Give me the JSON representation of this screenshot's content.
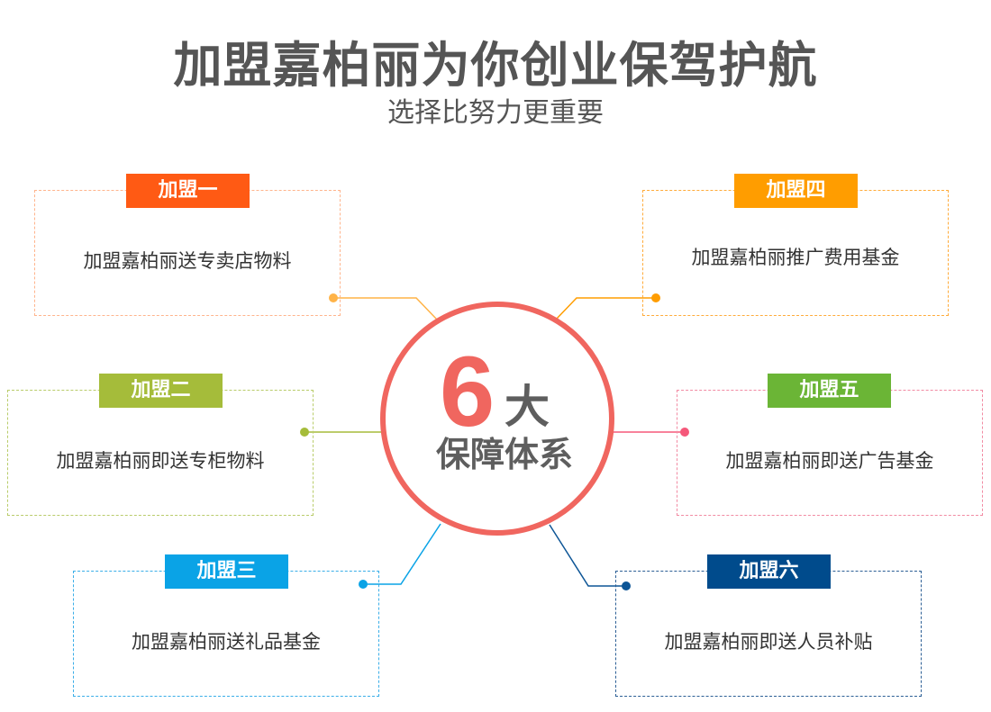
{
  "title": "加盟嘉柏丽为你创业保驾护航",
  "subtitle": "选择比努力更重要",
  "center": {
    "number": "6",
    "big": "大",
    "system": "保障体系",
    "color": "#f0665f"
  },
  "items": [
    {
      "label": "加盟一",
      "text": "加盟嘉柏丽送专卖店物料",
      "color": "#ff5a14",
      "border": "#ffb48c",
      "line": "#ffb347"
    },
    {
      "label": "加盟二",
      "text": "加盟嘉柏丽即送专柜物料",
      "color": "#a5bc3a",
      "border": "#b9cc6a",
      "line": "#a5bc3a"
    },
    {
      "label": "加盟三",
      "text": "加盟嘉柏丽送礼品基金",
      "color": "#0aa3e6",
      "border": "#3aaee8",
      "line": "#0aa3e6"
    },
    {
      "label": "加盟四",
      "text": "加盟嘉柏丽推广费用基金",
      "color": "#ff9d00",
      "border": "#ffab3a",
      "line": "#ff9d00"
    },
    {
      "label": "加盟五",
      "text": "加盟嘉柏丽即送广告基金",
      "color": "#6bb536",
      "border": "#f28ba3",
      "line": "#f5587a"
    },
    {
      "label": "加盟六",
      "text": "加盟嘉柏丽即送人员补贴",
      "color": "#004b8c",
      "border": "#2c5f95",
      "line": "#0d5596"
    }
  ]
}
